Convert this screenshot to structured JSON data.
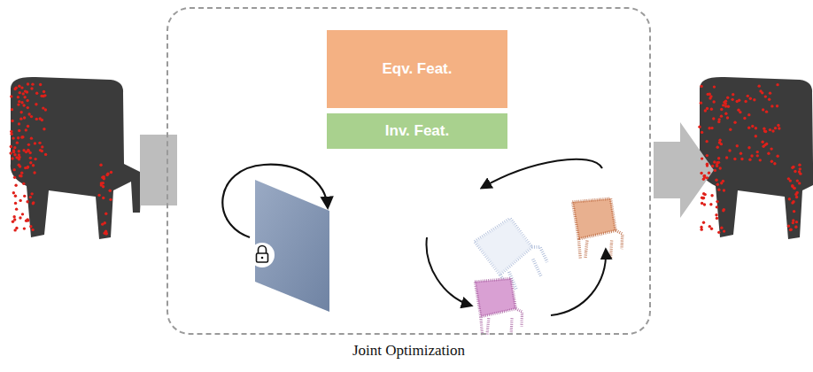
{
  "diagram": {
    "nodes": [
      {
        "text": [
          "Joint Optimization"
        ]
      },
      {
        "text": [
          "Eqv. Feat."
        ],
        "in": 0
      },
      {
        "text": [
          "Inv. Feat."
        ],
        "in": 0
      }
    ]
  }
}
